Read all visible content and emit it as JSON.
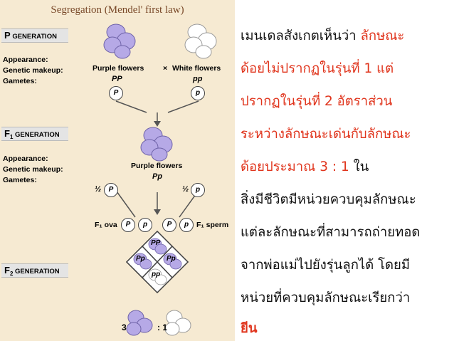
{
  "diagram": {
    "title": "Segregation (Mendel' first law)",
    "p_generation": {
      "label_prefix": "P",
      "label_suffix": "GENERATION"
    },
    "f1_generation": {
      "label_prefix": "F",
      "label_sub": "1",
      "label_suffix": "GENERATION"
    },
    "f2_generation": {
      "label_prefix": "F",
      "label_sub": "2",
      "label_suffix": "GENERATION"
    },
    "row_labels": {
      "appearance": "Appearance:",
      "genetic_makeup": "Genetic makeup:",
      "gametes": "Gametes:"
    },
    "p_parents": {
      "left": {
        "appearance": "Purple flowers",
        "genotype": "PP",
        "gamete": "P"
      },
      "cross": "×",
      "right": {
        "appearance": "White flowers",
        "genotype": "pp",
        "gamete": "p"
      }
    },
    "f1": {
      "appearance": "Purple flowers",
      "genotype": "Pp",
      "gamete_left_fraction": "½",
      "gamete_left": "P",
      "gamete_right_fraction": "½",
      "gamete_right": "p"
    },
    "punnett": {
      "ova_label": "F₁ ova",
      "sperm_label": "F₁ sperm",
      "ova": [
        "P",
        "p"
      ],
      "sperm": [
        "P",
        "p"
      ],
      "cells": [
        "PP",
        "Pp",
        "Pp",
        "pp"
      ]
    },
    "ratio": {
      "left": "3",
      "sep": ":",
      "right": "1"
    },
    "colors": {
      "purple": "#b6a9e6",
      "white": "#ffffff",
      "panel": "#f6ead2"
    }
  },
  "text": {
    "lines": [
      {
        "a": "เมนเดลสังเกตเห็นว่า ",
        "b": "ลักษณะ",
        "c": ""
      },
      {
        "a": "",
        "b": "ด้อยไม่ปรากฏในรุ่นที่ 1 แต่",
        "c": ""
      },
      {
        "a": "",
        "b": "ปรากฏในรุ่นที่ 2 อัตราส่วน",
        "c": ""
      },
      {
        "a": "",
        "b": "ระหว่างลักษณะเด่นกับลักษณะ",
        "c": ""
      },
      {
        "a": "",
        "b": "ด้อยประมาณ 3 : 1",
        "c": " ใน"
      },
      {
        "a": "สิ่งมีชีวิตมีหน่วยควบคุมลักษณะ",
        "b": "",
        "c": ""
      },
      {
        "a": "แต่ละลักษณะที่สามารถถ่ายทอด",
        "b": "",
        "c": ""
      },
      {
        "a": "จากพ่อแม่ไปยังรุ่นลูกได้ โดยมี",
        "b": "",
        "c": ""
      },
      {
        "a": "หน่วยที่ควบคุมลักษณะเรียกว่า",
        "b": "",
        "c": ""
      }
    ],
    "final_word": "ยีน"
  }
}
